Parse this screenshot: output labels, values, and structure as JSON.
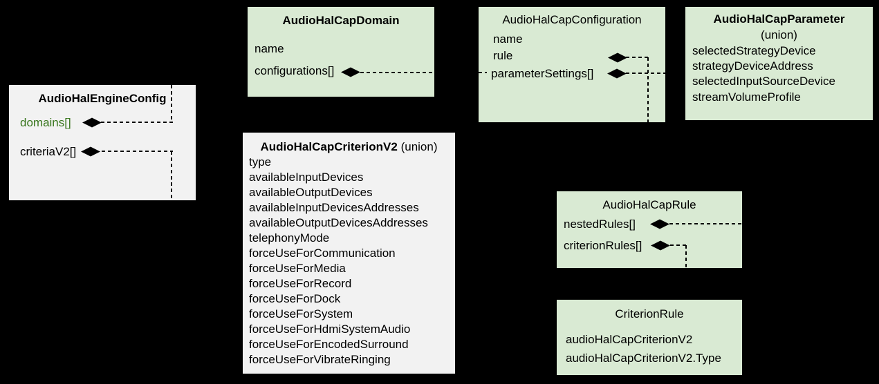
{
  "colors": {
    "background": "#000000",
    "box_green": "#d9ead3",
    "box_gray": "#f2f2f2",
    "text": "#000000",
    "domains_field_green": "#38761d",
    "connector": "#000000"
  },
  "boxes": {
    "engine": {
      "title": "AudioHalEngineConfig",
      "fields": {
        "domains": "domains[]",
        "criteriaV2": "criteriaV2[]"
      }
    },
    "domain": {
      "title": "AudioHalCapDomain",
      "fields": {
        "name": "name",
        "configurations": "configurations[]"
      }
    },
    "config": {
      "title": "AudioHalCapConfiguration",
      "fields": {
        "name": "name",
        "rule": "rule",
        "parameterSettings": "parameterSettings[]"
      }
    },
    "param": {
      "title": "AudioHalCapParameter",
      "subtitle": "(union)",
      "fields": [
        "selectedStrategyDevice",
        "strategyDeviceAddress",
        "selectedInputSourceDevice",
        "streamVolumeProfile"
      ]
    },
    "criterion": {
      "title": "AudioHalCapCriterionV2",
      "subtitle": "(union)",
      "fields": [
        "type",
        "availableInputDevices",
        "availableOutputDevices",
        "availableInputDevicesAddresses",
        "availableOutputDevicesAddresses",
        "telephonyMode",
        "forceUseForCommunication",
        "forceUseForMedia",
        "forceUseForRecord",
        "forceUseForDock",
        "forceUseForSystem",
        "forceUseForHdmiSystemAudio",
        "forceUseForEncodedSurround",
        "forceUseForVibrateRinging"
      ]
    },
    "rule": {
      "title": "AudioHalCapRule",
      "fields": {
        "nestedRules": "nestedRules[]",
        "criterionRules": "criterionRules[]"
      }
    },
    "criterionRule": {
      "title": "CriterionRule",
      "fields": [
        "audioHalCapCriterionV2",
        "audioHalCapCriterionV2.Type"
      ]
    }
  },
  "relations": [
    {
      "from": "AudioHalEngineConfig.domains[]",
      "to": "AudioHalCapDomain",
      "type": "composition"
    },
    {
      "from": "AudioHalEngineConfig.criteriaV2[]",
      "to": "AudioHalCapCriterionV2",
      "type": "composition"
    },
    {
      "from": "AudioHalCapDomain.configurations[]",
      "to": "AudioHalCapConfiguration",
      "type": "composition"
    },
    {
      "from": "AudioHalCapConfiguration.rule",
      "to": "AudioHalCapRule",
      "type": "composition"
    },
    {
      "from": "AudioHalCapConfiguration.parameterSettings[]",
      "to": "AudioHalCapParameter",
      "type": "composition"
    },
    {
      "from": "AudioHalCapRule.nestedRules[]",
      "to": "AudioHalCapRule",
      "type": "composition"
    },
    {
      "from": "AudioHalCapRule.criterionRules[]",
      "to": "CriterionRule",
      "type": "composition"
    }
  ]
}
